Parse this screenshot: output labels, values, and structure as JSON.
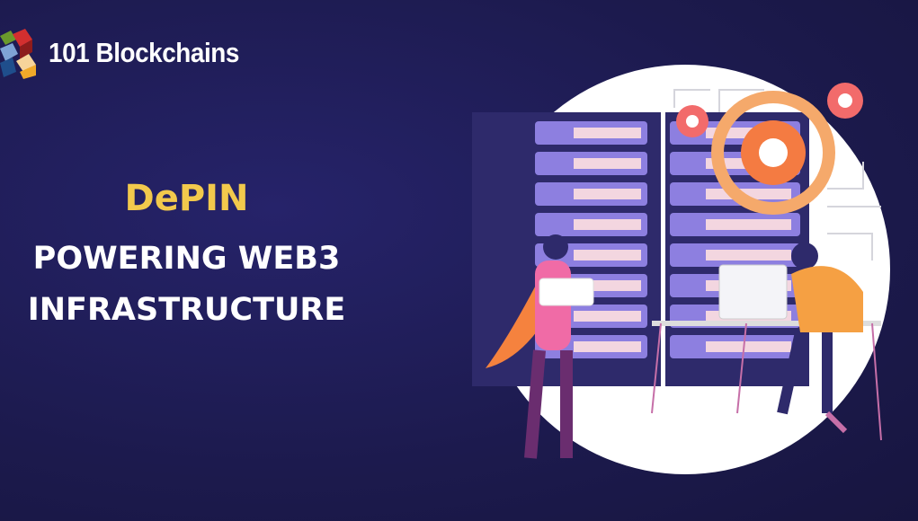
{
  "brand": {
    "name": "101 Blockchains"
  },
  "headline": {
    "title": "DePIN",
    "line1": "POWERING WEB3",
    "line2": "INFRASTRUCTURE"
  },
  "colors": {
    "background": "#1d1b4f",
    "accent": "#f2c94c",
    "text": "#ffffff",
    "gear": "#f47b42"
  }
}
